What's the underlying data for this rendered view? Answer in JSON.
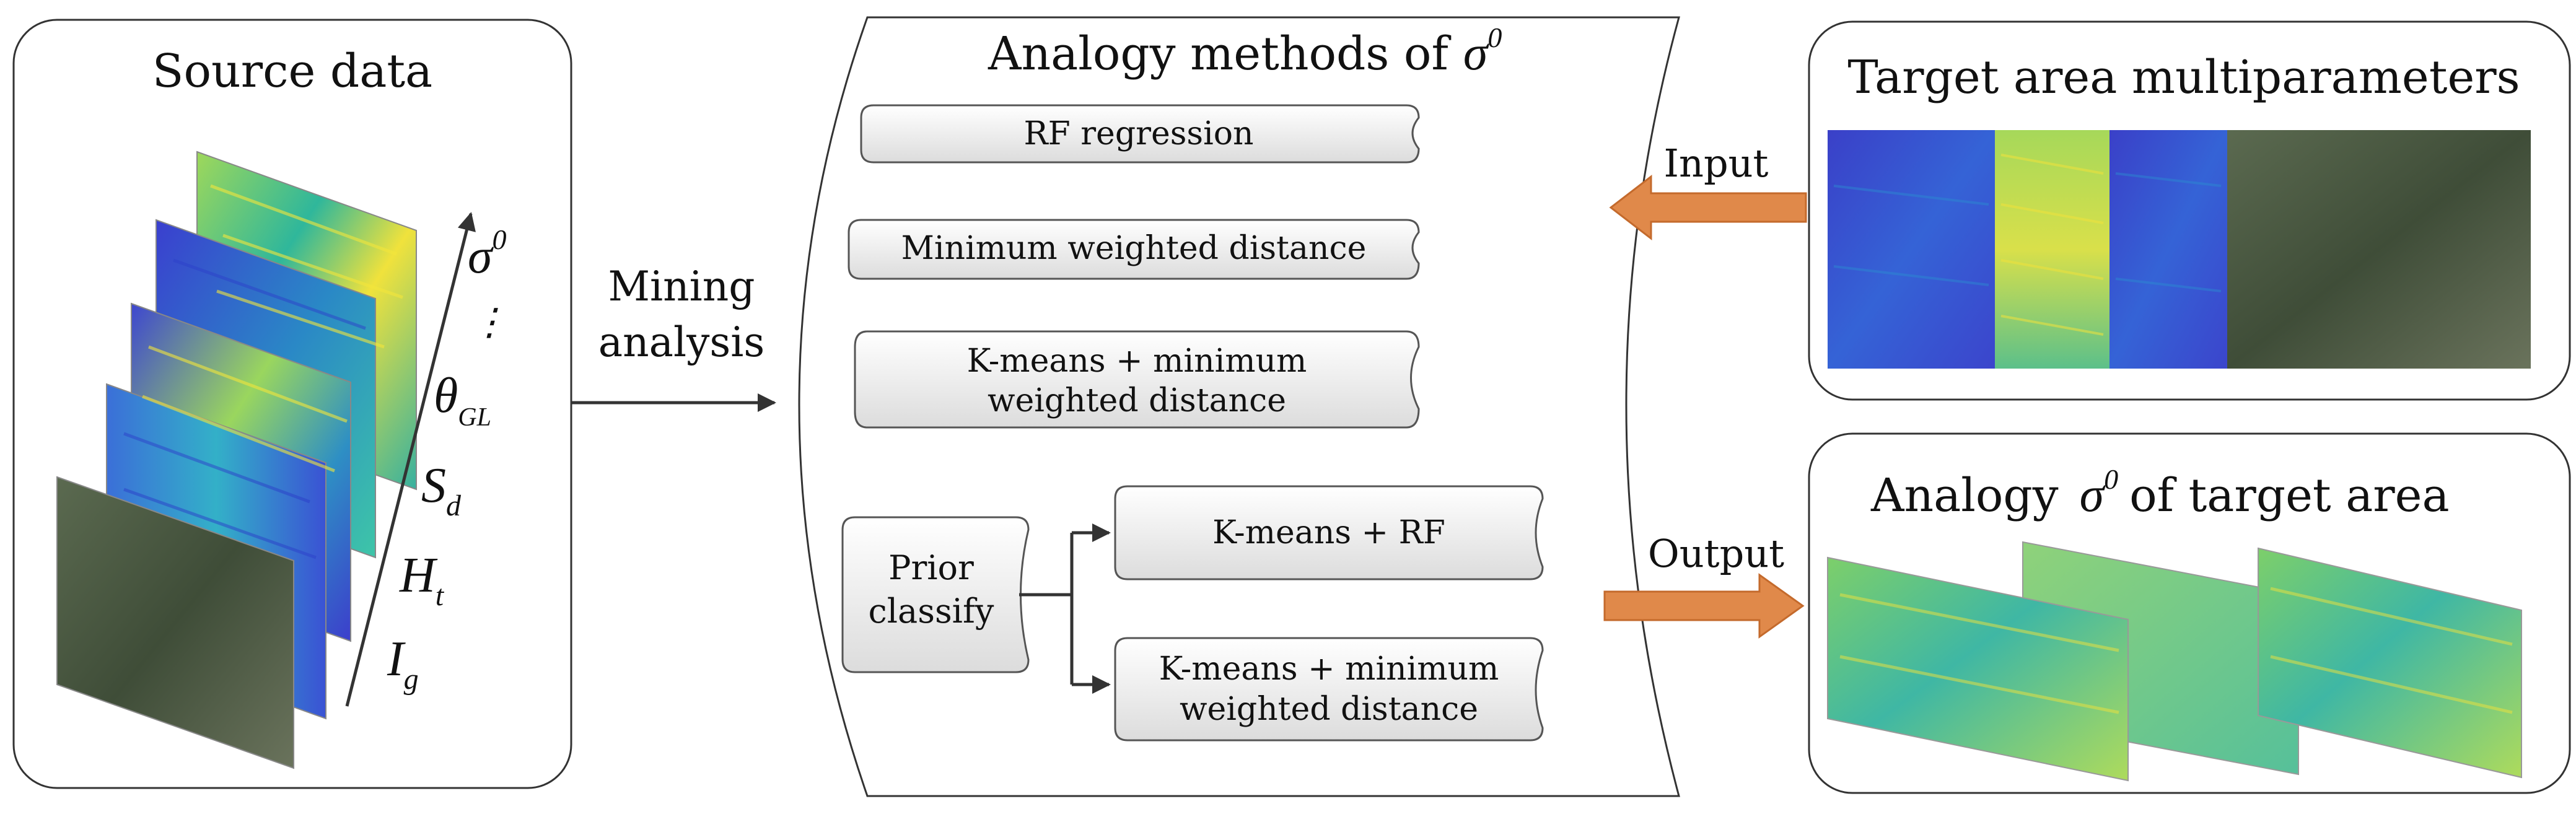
{
  "source_panel": {
    "title": "Source data",
    "axis_labels": [
      {
        "base": "I",
        "sub": "g",
        "sup": ""
      },
      {
        "base": "H",
        "sub": "t",
        "sup": ""
      },
      {
        "base": "S",
        "sub": "d",
        "sup": ""
      },
      {
        "base": "θ",
        "sub": "GL",
        "sup": ""
      },
      {
        "base": "⋮",
        "sub": "",
        "sup": ""
      },
      {
        "base": "σ",
        "sub": "",
        "sup": "0"
      }
    ]
  },
  "mining_label": {
    "line1": "Mining",
    "line2": "analysis"
  },
  "methods_panel": {
    "title_text": "Analogy methods of",
    "title_symbol": "σ",
    "title_symbol_sup": "0",
    "methods": [
      {
        "line1": "RF regression",
        "line2": ""
      },
      {
        "line1": "Minimum weighted distance",
        "line2": ""
      },
      {
        "line1": "K-means + minimum",
        "line2": "weighted distance"
      }
    ],
    "prior": {
      "line1": "Prior",
      "line2": "classify"
    },
    "branches": [
      {
        "line1": "K-means + RF",
        "line2": ""
      },
      {
        "line1": "K-means + minimum",
        "line2": "weighted distance"
      }
    ]
  },
  "input_label": "Input",
  "output_label": "Output",
  "target_panel": {
    "title": "Target area multiparameters"
  },
  "result_panel": {
    "title_prefix": "Analogy",
    "title_symbol": "σ",
    "title_symbol_sup": "0",
    "title_suffix": "of target area"
  },
  "colors": {
    "arrow_orange": "#e0894a",
    "arrow_orange_edge": "#c46a2c",
    "viridis_blue": "#3b52d4",
    "viridis_yellow": "#f2e13a",
    "viridis_teal": "#3bb39a",
    "aerial_green": "#4d5e45"
  }
}
